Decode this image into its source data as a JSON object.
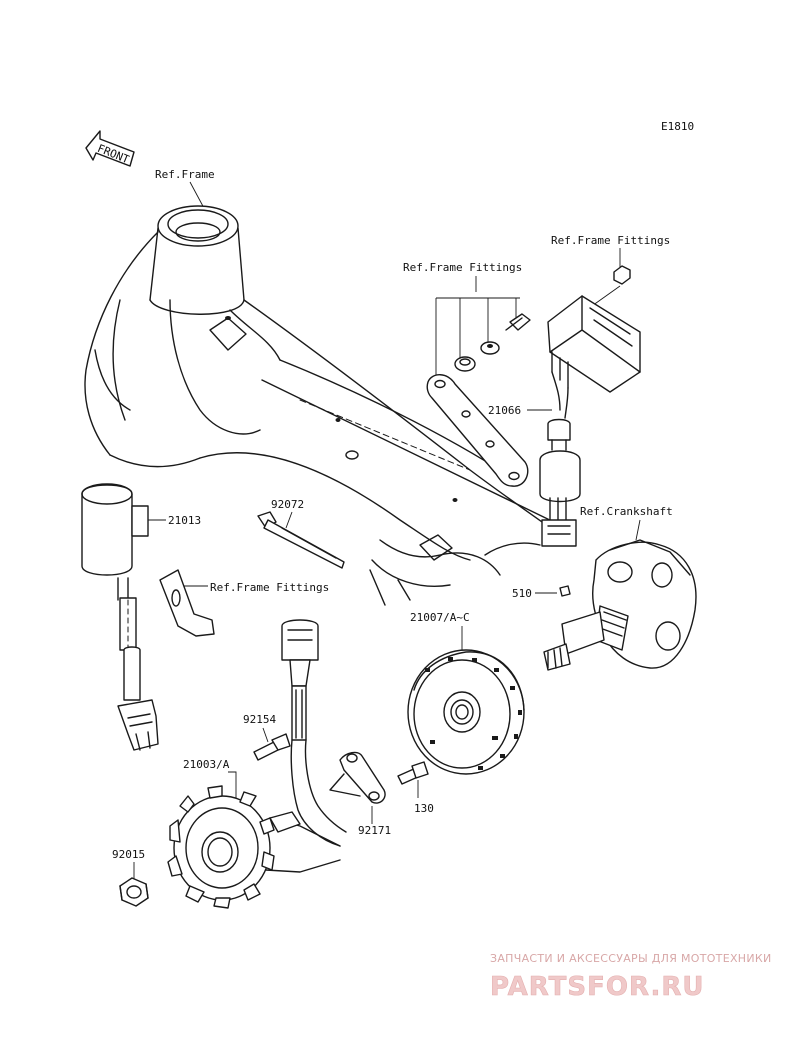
{
  "diagram": {
    "code": "E1810",
    "front_label": "FRONT",
    "labels": {
      "ref_frame": "Ref.Frame",
      "ref_frame_fittings_top": "Ref.Frame Fittings",
      "ref_frame_fittings_mid": "Ref.Frame Fittings",
      "ref_frame_fittings_low": "Ref.Frame Fittings",
      "ref_crankshaft": "Ref.Crankshaft",
      "p21066": "21066",
      "p21013": "21013",
      "p92072": "92072",
      "p510": "510",
      "p21007": "21007/A~C",
      "p92154": "92154",
      "p21003": "21003/A",
      "p130": "130",
      "p92171": "92171",
      "p92015": "92015"
    }
  },
  "watermark": {
    "tagline": "ЗАПЧАСТИ И АКСЕССУАРЫ ДЛЯ МОТОТЕХНИКИ",
    "brand": "PARTSFOR.RU"
  }
}
